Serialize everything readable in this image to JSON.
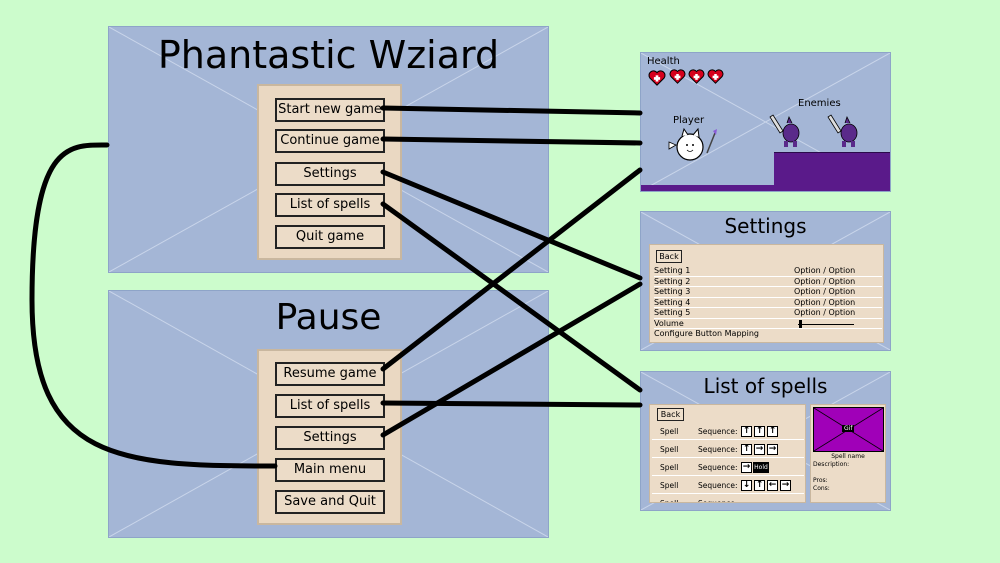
{
  "main_menu": {
    "title": "Phantastic Wziard",
    "buttons": [
      "Start new game",
      "Continue game",
      "Settings",
      "List of spells",
      "Quit game"
    ]
  },
  "pause_menu": {
    "title": "Pause",
    "buttons": [
      "Resume game",
      "List of spells",
      "Settings",
      "Main menu",
      "Save and Quit"
    ]
  },
  "game_screen": {
    "health_label": "Health",
    "health_hearts": 4,
    "player_label": "Player",
    "enemies_label": "Enemies"
  },
  "settings_screen": {
    "title": "Settings",
    "back": "Back",
    "rows": [
      {
        "name": "Setting 1",
        "value": "Option / Option"
      },
      {
        "name": "Setting 2",
        "value": "Option / Option"
      },
      {
        "name": "Setting 3",
        "value": "Option / Option"
      },
      {
        "name": "Setting 4",
        "value": "Option / Option"
      },
      {
        "name": "Setting 5",
        "value": "Option / Option"
      },
      {
        "name": "Volume",
        "value": ""
      },
      {
        "name": "Configure Button Mapping",
        "value": ""
      }
    ]
  },
  "spells_screen": {
    "title": "List of spells",
    "back": "Back",
    "spell_label": "Spell",
    "sequence_label": "Sequence:",
    "gif_label": "Gif",
    "spell_name": "Spell name",
    "description_label": "Description:",
    "pros_label": "Pros:",
    "cons_label": "Cons:",
    "hold_label": "Hold",
    "sequences": [
      [
        "↑",
        "↑",
        "↑"
      ],
      [
        "↑",
        "→",
        "→"
      ],
      [
        "→",
        "Hold"
      ],
      [
        "↓",
        "↑",
        "←",
        "→"
      ]
    ]
  },
  "colors": {
    "background": "#ccfccc",
    "panel": "#a4b6d6",
    "menu": "#ead8c2",
    "ground": "#5a1a8a",
    "gif": "#a000b8"
  }
}
